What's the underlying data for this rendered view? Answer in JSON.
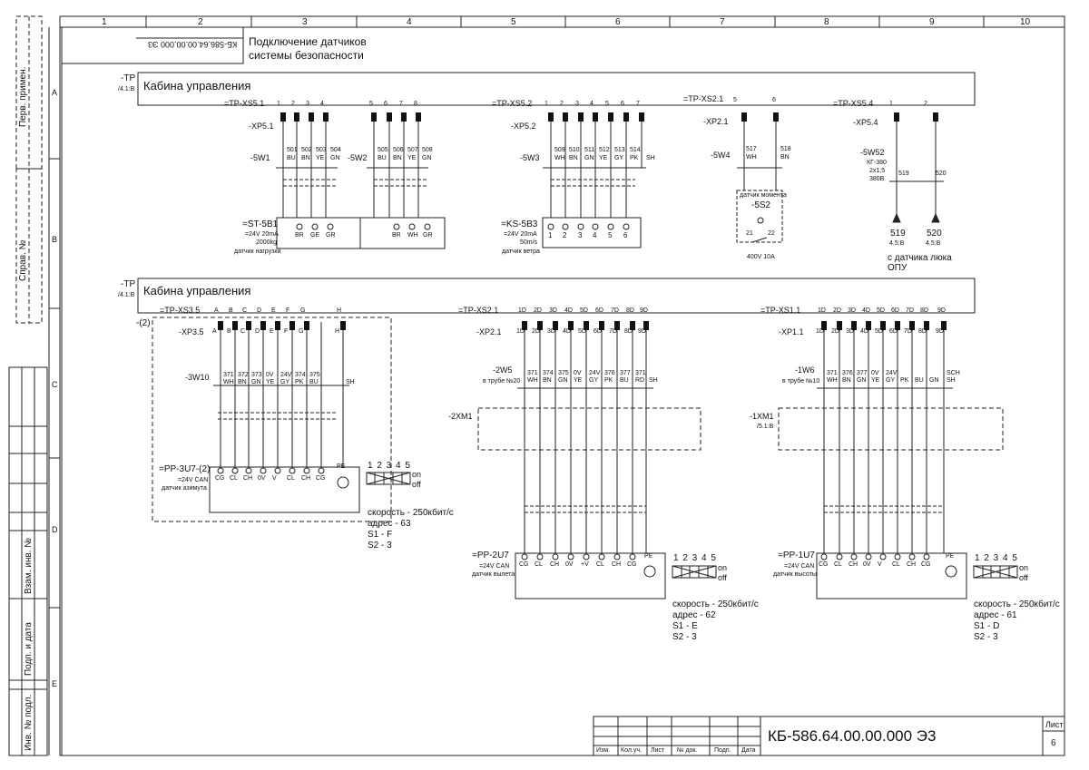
{
  "header": {
    "title_line1": "Подключение датчиков",
    "title_line2": "системы безопасности",
    "code_rotated": "КБ-586.64.00.00.000 Э3"
  },
  "columns": [
    "1",
    "2",
    "3",
    "4",
    "5",
    "6",
    "7",
    "8",
    "9",
    "10"
  ],
  "rows": [
    "A",
    "B",
    "C",
    "D",
    "E"
  ],
  "sidebar": {
    "perv_primen": "Перв. примен.",
    "sprav_no": "Справ. №",
    "vzam_inv": "Взам. инв. №",
    "podp_data": "Подп. и дата",
    "inv_podl": "Инв. № подл."
  },
  "section1": {
    "box_code": "-TP",
    "box_ref": "/4.1:B",
    "box_title": "Кабина управления",
    "groups": [
      {
        "xs": "=TP-XS5.1",
        "xp": "-XP5.1",
        "cable": "-5W1",
        "pins": [
          "1",
          "2",
          "3",
          "4"
        ],
        "wires": [
          "501",
          "502",
          "503",
          "504"
        ],
        "colors": [
          "BU",
          "BN",
          "YE",
          "GN"
        ]
      },
      {
        "xs": "",
        "xp": "",
        "cable": "-5W2",
        "pins": [
          "5",
          "6",
          "7",
          "8"
        ],
        "wires": [
          "505",
          "506",
          "507",
          "508"
        ],
        "colors": [
          "BU",
          "BN",
          "YE",
          "GN"
        ]
      },
      {
        "xs": "=TP-XS5.2",
        "xp": "-XP5.2",
        "cable": "-5W3",
        "pins": [
          "1",
          "2",
          "3",
          "4",
          "5",
          "6",
          "7"
        ],
        "wires": [
          "509",
          "510",
          "511",
          "512",
          "513",
          "514",
          ""
        ],
        "colors": [
          "WH",
          "BN",
          "GN",
          "YE",
          "GY",
          "PK",
          "SH"
        ]
      },
      {
        "xs": "=TP-XS2.1",
        "xp": "-XP2.1",
        "cable": "-5W4",
        "pins": [
          "5",
          "6"
        ],
        "wires": [
          "517",
          "518"
        ],
        "colors": [
          "WH",
          "BN"
        ]
      },
      {
        "xs": "=TP-XS5.4",
        "xp": "-XP5.4",
        "cable": "-5W52",
        "pins": [
          "1",
          "2"
        ],
        "wires": [
          "519",
          "520"
        ],
        "colors": [
          "1",
          "2"
        ]
      }
    ],
    "st5b1": {
      "name": "=ST-5B1",
      "spec1": "=24V 20mA",
      "spec2": "2000kg",
      "desc": "датчик нагрузки",
      "pins1": [
        "BR",
        "GE",
        "GR"
      ],
      "pins2": [
        "BR",
        "WH",
        "GR"
      ]
    },
    "ks5b3": {
      "name": "=KS-5B3",
      "spec1": "=24V 20mA",
      "spec2": "50m/s",
      "desc": "датчик ветра",
      "pins": [
        "1",
        "2",
        "3",
        "4",
        "5",
        "6"
      ]
    },
    "s2": {
      "desc": "датчик момента",
      "name": "-5S2",
      "c1": "21",
      "c2": "22",
      "rating": "400V 10A"
    },
    "w52": {
      "type": "КГ-380",
      "size": "2х1,5",
      "volt": "380В"
    },
    "term519": {
      "num": "519",
      "ref": "4.5:B"
    },
    "term520": {
      "num": "520",
      "ref": "4.5:B"
    },
    "hatch": {
      "line1": "с датчика люка",
      "line2": "ОПУ"
    }
  },
  "section2": {
    "box_code": "-TP",
    "box_ref": "/4.1:B",
    "box_title": "Кабина управления",
    "bracket": "-(2)",
    "g1": {
      "xs": "=TP-XS3.5",
      "xp": "-XP3.5",
      "cable": "-3W10",
      "pins": [
        "A",
        "B",
        "C",
        "D",
        "E",
        "F",
        "G",
        "H"
      ],
      "wires": [
        "371",
        "372",
        "373",
        "0V",
        "24V",
        "374",
        "375",
        ""
      ],
      "colors": [
        "WH",
        "BN",
        "GN",
        "YE",
        "GY",
        "PK",
        "BU",
        "SH"
      ],
      "device": "=PP-3U7-(2)",
      "spec": "=24V CAN",
      "desc": "датчик азимута",
      "terms": [
        "CG",
        "CL",
        "CH",
        "0V",
        "V",
        "CL",
        "CH",
        "CG"
      ],
      "pe": "PE",
      "dip_nums": "1 2 3 4 5",
      "on": "on",
      "off": "off",
      "speed": "скорость - 250кбит/с",
      "addr": "адрес - 63",
      "s1": "S1 - F",
      "s2": "S2 - 3"
    },
    "g2": {
      "xs": "=TP-XS2.1",
      "xp": "-XP2.1",
      "cable": "-2W5",
      "pipe": "в трубе №20",
      "xm": "-2XM1",
      "pins": [
        "1D",
        "2D",
        "3D",
        "4D",
        "5D",
        "6D",
        "7D",
        "8D",
        "9D"
      ],
      "wires": [
        "371",
        "374",
        "375",
        "0V",
        "24V",
        "376",
        "377",
        "371",
        ""
      ],
      "colors": [
        "WH",
        "BN",
        "GN",
        "YE",
        "GY",
        "PK",
        "BU",
        "RD",
        "SH"
      ],
      "device": "=PP-2U7",
      "spec": "=24V CAN",
      "desc": "датчик вылета",
      "terms": [
        "CG",
        "CL",
        "CH",
        "0V",
        "+V",
        "CL",
        "CH",
        "CG"
      ],
      "pe": "PE",
      "dip_nums": "1 2 3 4 5",
      "on": "on",
      "off": "off",
      "speed": "скорость - 250кбит/с",
      "addr": "адрес - 62",
      "s1": "S1 - E",
      "s2": "S2 - 3"
    },
    "g3": {
      "xs": "=TP-XS1.1",
      "xp": "-XP1.1",
      "cable": "-1W6",
      "pipe": "в трубе №10",
      "xm": "-1XM1",
      "xm_ref": "/5.1:B",
      "pins": [
        "1D",
        "2D",
        "3D",
        "4D",
        "5D",
        "6D",
        "7D",
        "8D",
        "9D"
      ],
      "wires": [
        "371",
        "376",
        "377",
        "0V",
        "24V",
        "",
        "",
        "",
        "SCH"
      ],
      "colors": [
        "WH",
        "BN",
        "GN",
        "YE",
        "GY",
        "PK",
        "BU",
        "GN",
        "SH"
      ],
      "device": "=PP-1U7",
      "spec": "=24V CAN",
      "desc": "датчик высоты",
      "terms": [
        "CG",
        "CL",
        "CH",
        "0V",
        "V",
        "CL",
        "CH",
        "CG"
      ],
      "pe": "PE",
      "dip_nums": "1 2 3 4 5",
      "on": "on",
      "off": "off",
      "speed": "скорость - 250кбит/с",
      "addr": "адрес - 61",
      "s1": "S1 - D",
      "s2": "S2 - 3"
    }
  },
  "stamp": {
    "cols": [
      "Изм.",
      "Кол.уч.",
      "Лист",
      "№ док.",
      "Подп.",
      "Дата"
    ],
    "doc": "КБ-586.64.00.00.000 Э3",
    "sheet_label": "Лист",
    "sheet": "6"
  }
}
